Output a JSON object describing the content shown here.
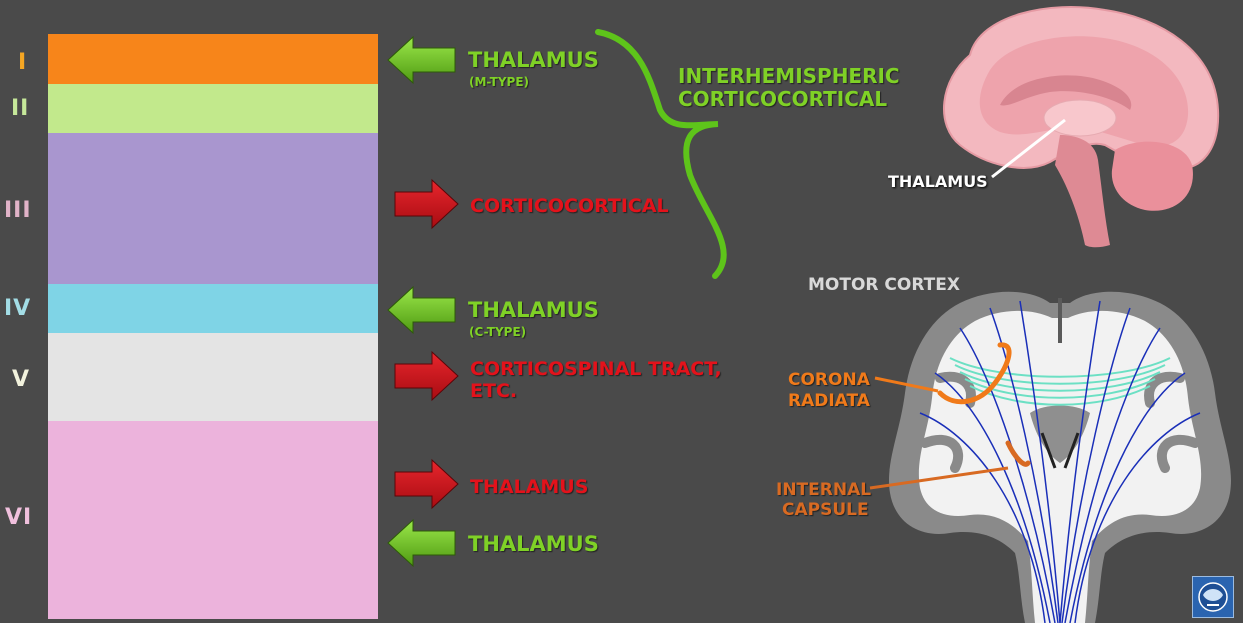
{
  "layers": [
    {
      "numeral": "I",
      "numeral_color": "#f5a623",
      "block_color": "#f7851a"
    },
    {
      "numeral": "II",
      "numeral_color": "#c6e89a",
      "block_color": "#c2e98c"
    },
    {
      "numeral": "III",
      "numeral_color": "#e1b3c8",
      "block_color": "#a996cf"
    },
    {
      "numeral": "IV",
      "numeral_color": "#a3dde6",
      "block_color": "#7fd4e6"
    },
    {
      "numeral": "V",
      "numeral_color": "#f2f2dd",
      "block_color": "#e4e4e4"
    },
    {
      "numeral": "VI",
      "numeral_color": "#f0c0dd",
      "block_color": "#ecb3dc"
    }
  ],
  "connections": {
    "thalamus_m": {
      "label": "THALAMUS",
      "sub": "(M-TYPE)"
    },
    "corticocortical": {
      "label": "CORTICOCORTICAL"
    },
    "thalamus_c": {
      "label": "THALAMUS",
      "sub": "(C-TYPE)"
    },
    "corticospinal": {
      "line1": "CORTICOSPINAL TRACT,",
      "line2": "ETC."
    },
    "thalamus_out": {
      "label": "THALAMUS"
    },
    "thalamus_in": {
      "label": "THALAMUS"
    }
  },
  "interhemispheric": {
    "line1": "INTERHEMISPHERIC",
    "line2": "CORTICOCORTICAL"
  },
  "sagittal": {
    "thalamus_label": "THALAMUS"
  },
  "coronal": {
    "title": "MOTOR CORTEX",
    "corona_line1": "CORONA",
    "corona_line2": "RADIATA",
    "internal_line1": "INTERNAL",
    "internal_line2": "CAPSULE"
  },
  "colors": {
    "green": "#7fd126",
    "red": "#e3121b",
    "background": "#4a4a4a"
  },
  "logo_icon": "brain-globe-logo"
}
